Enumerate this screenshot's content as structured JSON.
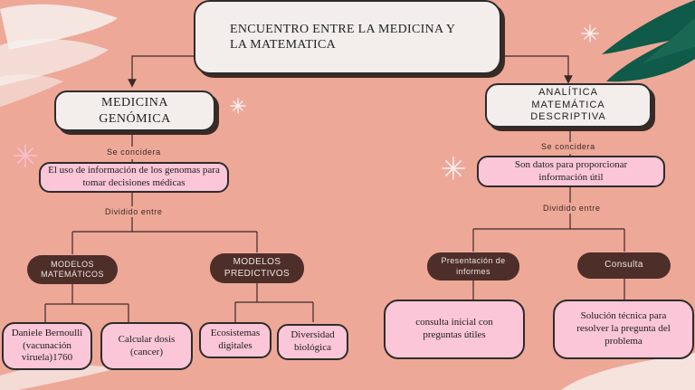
{
  "title": "ENCUENTRO ENTRE LA MEDICINA Y LA MATEMATICA",
  "left": {
    "category": "MEDICINA GENÓMICA",
    "link_1": "Se concidera",
    "definition": "El uso de información de los genomas para tomar decisiones médicas",
    "link_2": "Dividido entre",
    "branches": [
      {
        "name": "MODELOS MATEMÁTICOS",
        "leaves": [
          "Daniele Bernoulli (vacunación viruela)1760",
          "Calcular dosis (cancer)"
        ]
      },
      {
        "name": "MODELOS PREDICTIVOS",
        "leaves": [
          "Ecosistemas digitales",
          "Diversidad biológica"
        ]
      }
    ]
  },
  "right": {
    "category": "ANALÍTICA MATEMÁTICA DESCRIPTIVA",
    "link_1": "Se concidera",
    "definition": "Son datos para proporcionar información útil",
    "link_2": "Dividido entre",
    "branches": [
      {
        "name": "Presentación de informes",
        "leaves": [
          "consulta inicial con preguntas útiles"
        ]
      },
      {
        "name": "Consulta",
        "leaves": [
          "Solución técnica para resolver la pregunta del problema"
        ]
      }
    ]
  },
  "colors": {
    "background": "#eea898",
    "pink_box": "#fbc6d7",
    "dark_box": "#4d2e29",
    "light_box": "#f3eeec",
    "accent_green": "#0f5a48"
  }
}
